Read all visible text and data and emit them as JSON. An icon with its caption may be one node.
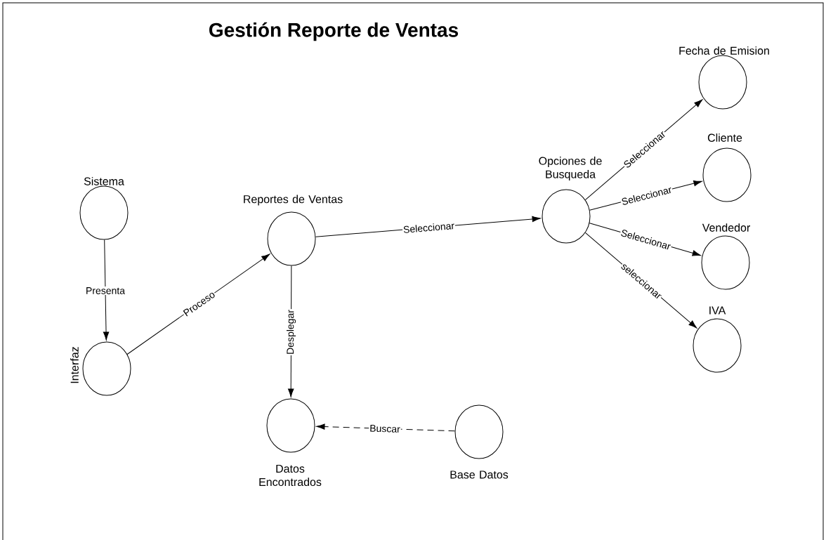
{
  "diagram": {
    "title": "Gestión Reporte de Ventas",
    "nodes": [
      {
        "text": [
          "Sistema"
        ]
      },
      {
        "text": [
          "Interfaz"
        ]
      },
      {
        "text": [
          "Reportes de Ventas"
        ]
      },
      {
        "text": [
          "Opciones de Busqueda"
        ]
      },
      {
        "text": [
          "Fecha de Emision"
        ]
      },
      {
        "text": [
          "Cliente"
        ]
      },
      {
        "text": [
          "Vendedor"
        ]
      },
      {
        "text": [
          "IVA"
        ]
      },
      {
        "text": [
          "Datos Encontrados"
        ]
      },
      {
        "text": [
          "Base Datos"
        ]
      }
    ],
    "edges": [
      {
        "from": 0,
        "to": 1,
        "arrow": "to",
        "label": "Presenta"
      },
      {
        "from": 1,
        "to": 2,
        "arrow": "to",
        "label": "Proceso"
      },
      {
        "from": 2,
        "to": 3,
        "arrow": "to",
        "label": "Seleccionar"
      },
      {
        "from": 3,
        "to": 4,
        "arrow": "to",
        "label": "Seleccionar"
      },
      {
        "from": 3,
        "to": 5,
        "arrow": "to",
        "label": "Seleccionar"
      },
      {
        "from": 3,
        "to": 6,
        "arrow": "to",
        "label": "Seleccionar"
      },
      {
        "from": 3,
        "to": 7,
        "arrow": "to",
        "label": "seleccionar"
      },
      {
        "from": 2,
        "to": 8,
        "arrow": "to",
        "label": "Desplegar"
      },
      {
        "from": 9,
        "to": 8,
        "arrow": "to",
        "label": "Buscar",
        "style": "dashed"
      }
    ]
  }
}
